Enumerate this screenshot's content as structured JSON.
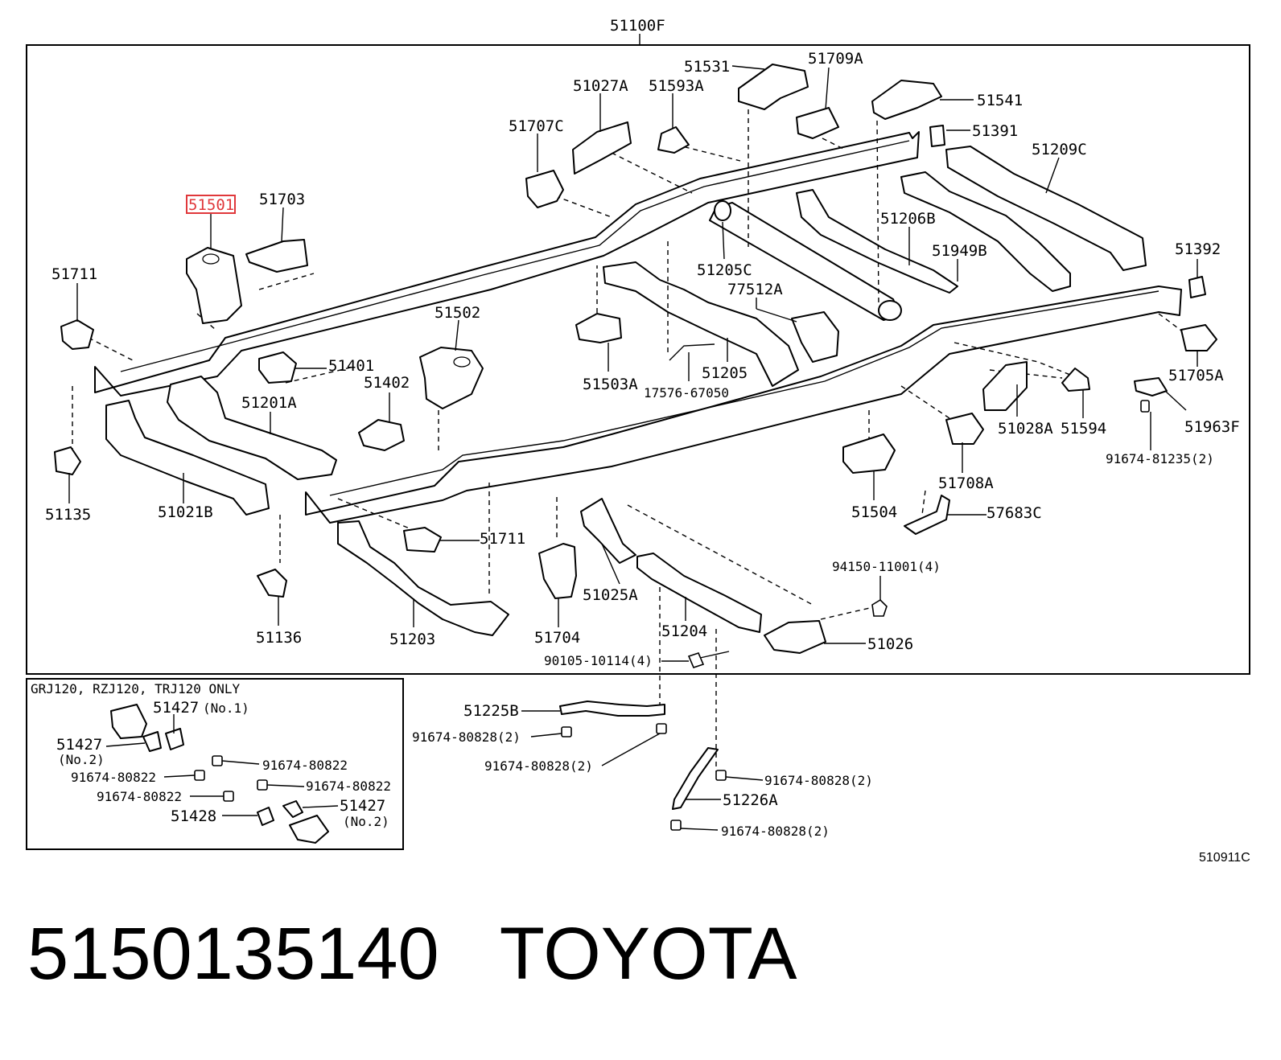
{
  "diagram": {
    "main_assembly_label": "51100F",
    "reference_code": "510911C",
    "highlighted_part": "51501",
    "highlight_color": "#e0383b",
    "parts": [
      {
        "id": "p51501",
        "label": "51501"
      },
      {
        "id": "p51703",
        "label": "51703"
      },
      {
        "id": "p51711a",
        "label": "51711"
      },
      {
        "id": "p51707c",
        "label": "51707C"
      },
      {
        "id": "p51027a",
        "label": "51027A"
      },
      {
        "id": "p51593a",
        "label": "51593A"
      },
      {
        "id": "p51531",
        "label": "51531"
      },
      {
        "id": "p51709a",
        "label": "51709A"
      },
      {
        "id": "p51541",
        "label": "51541"
      },
      {
        "id": "p51391",
        "label": "51391"
      },
      {
        "id": "p51209c",
        "label": "51209C"
      },
      {
        "id": "p51206b",
        "label": "51206B"
      },
      {
        "id": "p51949b",
        "label": "51949B"
      },
      {
        "id": "p51392",
        "label": "51392"
      },
      {
        "id": "p51205c",
        "label": "51205C"
      },
      {
        "id": "p77512a",
        "label": "77512A"
      },
      {
        "id": "p51502",
        "label": "51502"
      },
      {
        "id": "p51401",
        "label": "51401"
      },
      {
        "id": "p51402",
        "label": "51402"
      },
      {
        "id": "p51201a",
        "label": "51201A"
      },
      {
        "id": "p51503a",
        "label": "51503A"
      },
      {
        "id": "p51205",
        "label": "51205"
      },
      {
        "id": "p17576",
        "label": "17576-67050"
      },
      {
        "id": "p51705a",
        "label": "51705A"
      },
      {
        "id": "p51028a",
        "label": "51028A"
      },
      {
        "id": "p51594",
        "label": "51594"
      },
      {
        "id": "p51963f",
        "label": "51963F"
      },
      {
        "id": "p91674_81235",
        "label": "91674-81235(2)"
      },
      {
        "id": "p51135",
        "label": "51135"
      },
      {
        "id": "p51021b",
        "label": "51021B"
      },
      {
        "id": "p51708a",
        "label": "51708A"
      },
      {
        "id": "p51504",
        "label": "51504"
      },
      {
        "id": "p57683c",
        "label": "57683C"
      },
      {
        "id": "p51711b",
        "label": "51711"
      },
      {
        "id": "p51025a",
        "label": "51025A"
      },
      {
        "id": "p94150",
        "label": "94150-11001(4)"
      },
      {
        "id": "p51136",
        "label": "51136"
      },
      {
        "id": "p51203",
        "label": "51203"
      },
      {
        "id": "p51704",
        "label": "51704"
      },
      {
        "id": "p51204",
        "label": "51204"
      },
      {
        "id": "p51026",
        "label": "51026"
      },
      {
        "id": "p90105",
        "label": "90105-10114(4)"
      },
      {
        "id": "p51225b",
        "label": "51225B"
      },
      {
        "id": "p91674_80828_a",
        "label": "91674-80828(2)"
      },
      {
        "id": "p91674_80828_b",
        "label": "91674-80828(2)"
      },
      {
        "id": "p91674_80828_c",
        "label": "91674-80828(2)"
      },
      {
        "id": "p51226a",
        "label": "51226A"
      },
      {
        "id": "p91674_80828_d",
        "label": "91674-80828(2)"
      }
    ],
    "inset": {
      "title": "GRJ120, RZJ120, TRJ120  ONLY",
      "parts": [
        {
          "id": "i51427_1",
          "label": "51427",
          "note": "(No.1)"
        },
        {
          "id": "i51427_2",
          "label": "51427",
          "note": "(No.2)"
        },
        {
          "id": "i91674_a",
          "label": "91674-80822"
        },
        {
          "id": "i91674_b",
          "label": "91674-80822"
        },
        {
          "id": "i91674_c",
          "label": "91674-80822"
        },
        {
          "id": "i91674_d",
          "label": "91674-80822"
        },
        {
          "id": "i51427_3",
          "label": "51427",
          "note": "(No.2)"
        },
        {
          "id": "i51428",
          "label": "51428"
        }
      ]
    }
  },
  "footer": {
    "part_number": "5150135140",
    "brand": "TOYOTA"
  }
}
